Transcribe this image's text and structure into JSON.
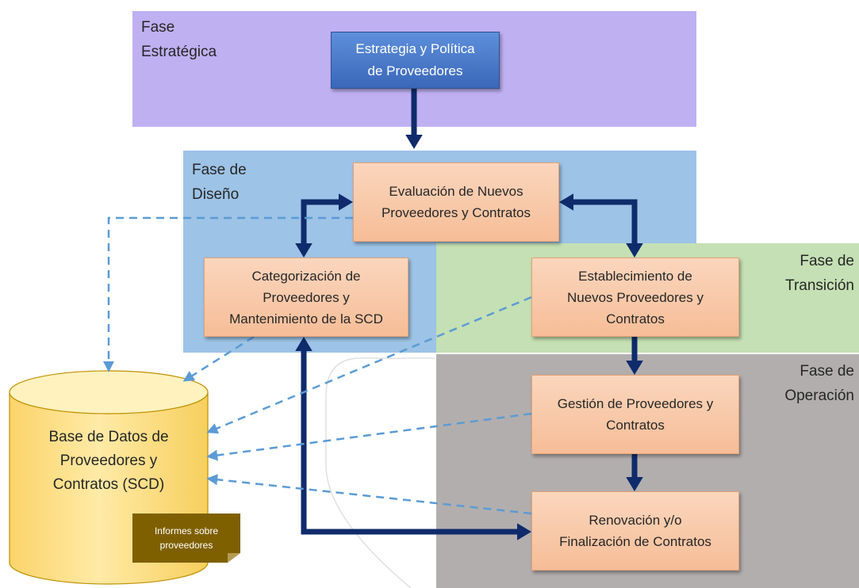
{
  "phases": {
    "strategic": {
      "line1": "Fase",
      "line2": "Estratégica"
    },
    "design": {
      "line1": "Fase de",
      "line2": "Diseño"
    },
    "transition": {
      "line1": "Fase de",
      "line2": "Transición"
    },
    "operation": {
      "line1": "Fase de",
      "line2": "Operación"
    }
  },
  "processes": {
    "strategy": [
      "Estrategia y Política",
      "de Proveedores"
    ],
    "evaluation": [
      "Evaluación de Nuevos",
      "Proveedores y Contratos"
    ],
    "categorization": [
      "Categorización de",
      "Proveedores y",
      "Mantenimiento de la SCD"
    ],
    "establishment": [
      "Establecimiento de",
      "Nuevos Proveedores y",
      "Contratos"
    ],
    "management": [
      "Gestión de Proveedores y",
      "Contratos"
    ],
    "renewal": [
      "Renovación y/o",
      "Finalización de Contratos"
    ]
  },
  "database": [
    "Base de Datos de",
    "Proveedores y",
    "Contratos (SCD)"
  ],
  "reports": [
    "Informes sobre",
    "proveedores"
  ],
  "colors": {
    "purple": "#bfb0f2",
    "blue": "#9dc3e6",
    "green": "#c5e0b4",
    "gray": "#b3aeae",
    "orange": "#f8cbad",
    "navy": "#0f2b6b",
    "dashed": "#5b9bd5",
    "database": "#ffe699",
    "report": "#7f6000"
  }
}
